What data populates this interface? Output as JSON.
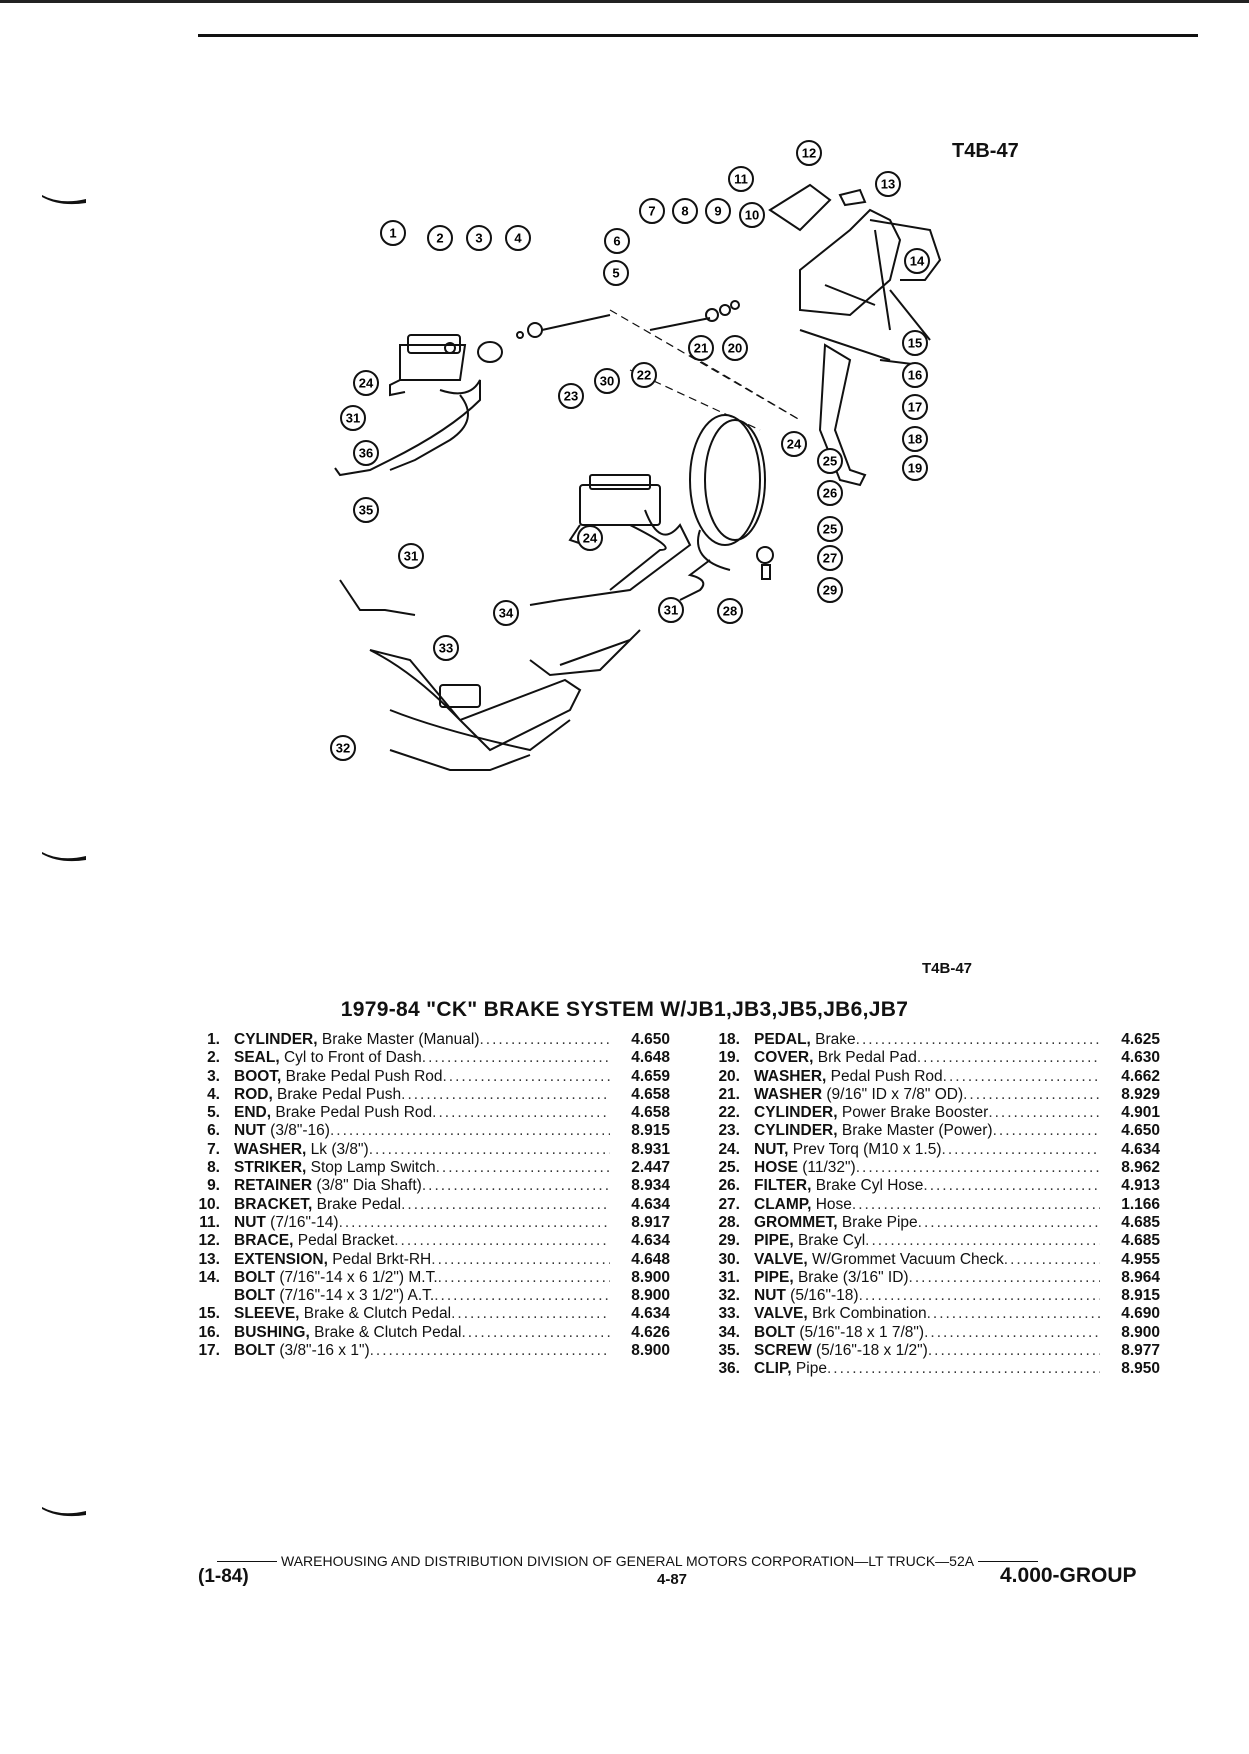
{
  "figure_id": "T4B-47",
  "figure_id_bottom": "T4B-47",
  "title": "1979-84 \"CK\" BRAKE SYSTEM W/JB1,JB3,JB5,JB6,JB7",
  "parts_left": [
    {
      "num": "1.",
      "name": "CYLINDER,",
      "desc": " Brake Master (Manual)",
      "val": "4.650"
    },
    {
      "num": "2.",
      "name": "SEAL,",
      "desc": " Cyl to Front of Dash",
      "val": "4.648"
    },
    {
      "num": "3.",
      "name": "BOOT,",
      "desc": " Brake Pedal Push Rod",
      "val": "4.659"
    },
    {
      "num": "4.",
      "name": "ROD,",
      "desc": " Brake Pedal Push",
      "val": "4.658"
    },
    {
      "num": "5.",
      "name": "END,",
      "desc": " Brake Pedal Push Rod",
      "val": "4.658"
    },
    {
      "num": "6.",
      "name": "NUT",
      "desc": " (3/8\"-16)",
      "val": "8.915"
    },
    {
      "num": "7.",
      "name": "WASHER,",
      "desc": " Lk (3/8\")",
      "val": "8.931"
    },
    {
      "num": "8.",
      "name": "STRIKER,",
      "desc": " Stop Lamp Switch",
      "val": "2.447"
    },
    {
      "num": "9.",
      "name": "RETAINER",
      "desc": " (3/8\" Dia Shaft)",
      "val": "8.934"
    },
    {
      "num": "10.",
      "name": "BRACKET,",
      "desc": " Brake Pedal",
      "val": "4.634"
    },
    {
      "num": "11.",
      "name": "NUT",
      "desc": " (7/16\"-14)",
      "val": "8.917"
    },
    {
      "num": "12.",
      "name": "BRACE,",
      "desc": " Pedal Bracket",
      "val": "4.634"
    },
    {
      "num": "13.",
      "name": "EXTENSION,",
      "desc": " Pedal Brkt-RH",
      "val": "4.648"
    },
    {
      "num": "14.",
      "name": "BOLT",
      "desc": " (7/16\"-14 x 6 1/2\") M.T.",
      "val": "8.900"
    },
    {
      "num": "",
      "name": "BOLT",
      "desc": " (7/16\"-14 x 3 1/2\") A.T.",
      "val": "8.900"
    },
    {
      "num": "15.",
      "name": "SLEEVE,",
      "desc": " Brake & Clutch Pedal",
      "val": "4.634"
    },
    {
      "num": "16.",
      "name": "BUSHING,",
      "desc": " Brake & Clutch Pedal",
      "val": "4.626"
    },
    {
      "num": "17.",
      "name": "BOLT",
      "desc": " (3/8\"-16 x 1\")",
      "val": "8.900"
    }
  ],
  "parts_right": [
    {
      "num": "18.",
      "name": "PEDAL,",
      "desc": " Brake",
      "val": "4.625"
    },
    {
      "num": "19.",
      "name": "COVER,",
      "desc": " Brk Pedal Pad",
      "val": "4.630"
    },
    {
      "num": "20.",
      "name": "WASHER,",
      "desc": " Pedal Push Rod",
      "val": "4.662"
    },
    {
      "num": "21.",
      "name": "WASHER",
      "desc": " (9/16\" ID x 7/8\" OD)",
      "val": "8.929"
    },
    {
      "num": "22.",
      "name": "CYLINDER,",
      "desc": " Power Brake Booster",
      "val": "4.901"
    },
    {
      "num": "23.",
      "name": "CYLINDER,",
      "desc": " Brake Master (Power)",
      "val": "4.650"
    },
    {
      "num": "24.",
      "name": "NUT,",
      "desc": " Prev Torq (M10 x 1.5)",
      "val": "4.634"
    },
    {
      "num": "25.",
      "name": "HOSE",
      "desc": " (11/32\")",
      "val": "8.962"
    },
    {
      "num": "26.",
      "name": "FILTER,",
      "desc": " Brake Cyl Hose",
      "val": "4.913"
    },
    {
      "num": "27.",
      "name": "CLAMP,",
      "desc": " Hose",
      "val": "1.166"
    },
    {
      "num": "28.",
      "name": "GROMMET,",
      "desc": " Brake Pipe",
      "val": "4.685"
    },
    {
      "num": "29.",
      "name": "PIPE,",
      "desc": " Brake Cyl",
      "val": "4.685"
    },
    {
      "num": "30.",
      "name": "VALVE,",
      "desc": " W/Grommet Vacuum Check",
      "val": "4.955"
    },
    {
      "num": "31.",
      "name": "PIPE,",
      "desc": " Brake (3/16\" ID)",
      "val": "8.964"
    },
    {
      "num": "32.",
      "name": "NUT",
      "desc": " (5/16\"-18)",
      "val": "8.915"
    },
    {
      "num": "33.",
      "name": "VALVE,",
      "desc": " Brk Combination",
      "val": "4.690"
    },
    {
      "num": "34.",
      "name": "BOLT",
      "desc": " (5/16\"-18 x 1 7/8\")",
      "val": "8.900"
    },
    {
      "num": "35.",
      "name": "SCREW",
      "desc": " (5/16\"-18 x 1/2\")",
      "val": "8.977"
    },
    {
      "num": "36.",
      "name": "CLIP,",
      "desc": " Pipe",
      "val": "8.950"
    }
  ],
  "callouts": [
    {
      "n": "1"
    },
    {
      "n": "2"
    },
    {
      "n": "3"
    },
    {
      "n": "4"
    },
    {
      "n": "5"
    },
    {
      "n": "6"
    },
    {
      "n": "7"
    },
    {
      "n": "8"
    },
    {
      "n": "9"
    },
    {
      "n": "10"
    },
    {
      "n": "11"
    },
    {
      "n": "12"
    },
    {
      "n": "13"
    },
    {
      "n": "14"
    },
    {
      "n": "15"
    },
    {
      "n": "16"
    },
    {
      "n": "17"
    },
    {
      "n": "18"
    },
    {
      "n": "19"
    },
    {
      "n": "20"
    },
    {
      "n": "21"
    },
    {
      "n": "22"
    },
    {
      "n": "23"
    },
    {
      "n": "24"
    },
    {
      "n": "24"
    },
    {
      "n": "24"
    },
    {
      "n": "25"
    },
    {
      "n": "25"
    },
    {
      "n": "26"
    },
    {
      "n": "27"
    },
    {
      "n": "28"
    },
    {
      "n": "29"
    },
    {
      "n": "30"
    },
    {
      "n": "31"
    },
    {
      "n": "31"
    },
    {
      "n": "31"
    },
    {
      "n": "32"
    },
    {
      "n": "33"
    },
    {
      "n": "34"
    },
    {
      "n": "35"
    },
    {
      "n": "36"
    }
  ],
  "footer": {
    "line": "WAREHOUSING AND DISTRIBUTION  DIVISION OF GENERAL MOTORS CORPORATION—LT TRUCK—52A",
    "date": "(1-84)",
    "page": "4-87",
    "group": "4.000-GROUP"
  }
}
